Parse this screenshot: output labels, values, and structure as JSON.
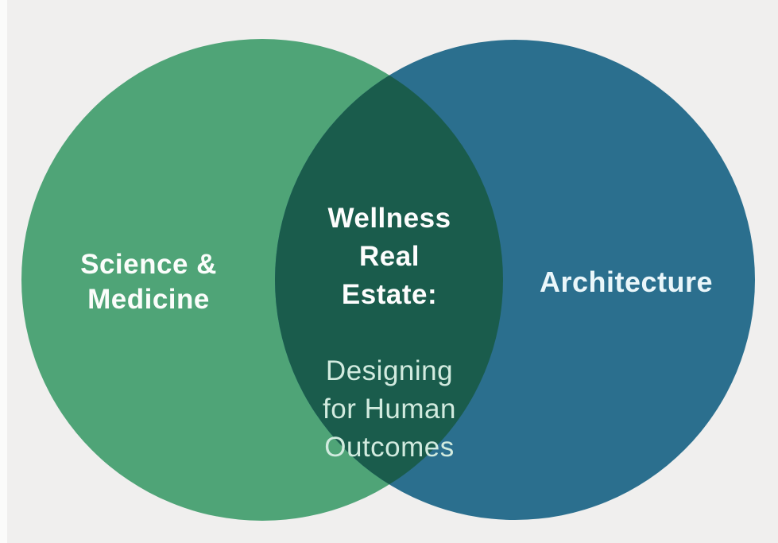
{
  "venn": {
    "background_color": "#f0efee",
    "left": {
      "label": "Science &\nMedicine",
      "color": "#4fa477",
      "text_color": "#fbfdfb"
    },
    "right": {
      "label": "Architecture",
      "color": "#2b6f8e",
      "text_color": "#eaf6fa"
    },
    "overlap": {
      "title": "Wellness\nReal\nEstate:",
      "subtitle": "Designing\nfor Human\nOutcomes",
      "color": "#1a5c4c",
      "title_color": "#fdfdfd",
      "subtitle_color": "#d2ebdf"
    }
  }
}
